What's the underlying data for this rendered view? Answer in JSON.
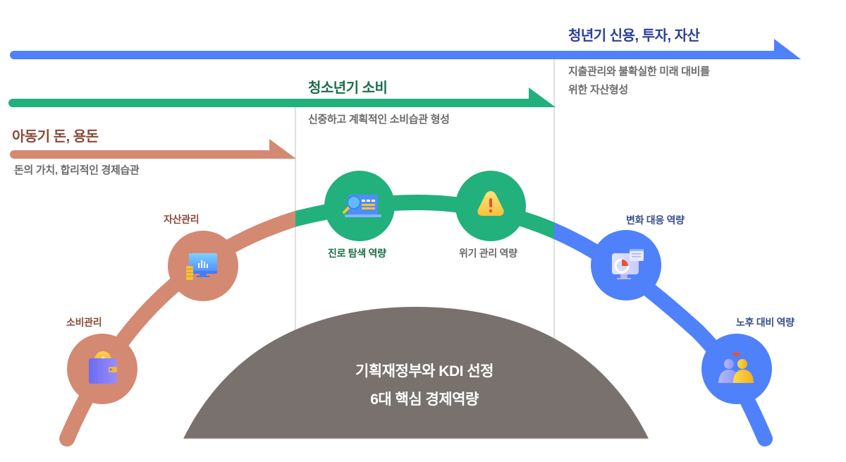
{
  "colors": {
    "child": "#d48972",
    "child_text": "#8a4a3a",
    "youth": "#22b07d",
    "youth_text": "#1b6e4b",
    "adult": "#4f81fb",
    "adult_text": "#2b3f99",
    "node_label_adult": "#3a4f86",
    "node_label_gray": "#6b6b6b",
    "dome": "#78716e",
    "divider": "#d6d6d6"
  },
  "stages": [
    {
      "id": "child",
      "title": "아동기 돈, 용돈",
      "description_lines": [
        "돈의 가치, 합리적인 경제습관"
      ]
    },
    {
      "id": "youth",
      "title": "청소년기 소비",
      "description_lines": [
        "신중하고 계획적인 소비습관 형성"
      ]
    },
    {
      "id": "adult",
      "title": "청년기 신용, 투자, 자산",
      "description_lines": [
        "지출관리와 불확실한 미래 대비를",
        "위한 자산형성"
      ]
    }
  ],
  "competencies": [
    {
      "label": "소비관리",
      "icon": "wallet-coin-icon",
      "stage": "child"
    },
    {
      "label": "자산관리",
      "icon": "monitor-chart-coins-icon",
      "stage": "child"
    },
    {
      "label": "진로 탐색 역량",
      "icon": "laptop-magnifier-icon",
      "stage": "youth"
    },
    {
      "label": "위기 관리 역량",
      "icon": "warning-triangle-icon",
      "stage": "youth"
    },
    {
      "label": "변화 대응 역량",
      "icon": "monitor-pie-chart-icon",
      "stage": "adult"
    },
    {
      "label": "노후 대비 역량",
      "icon": "people-transfer-icon",
      "stage": "adult"
    }
  ],
  "center": {
    "line1": "기획재정부와 KDI 선정",
    "line2": "6대 핵심 경제역량"
  }
}
